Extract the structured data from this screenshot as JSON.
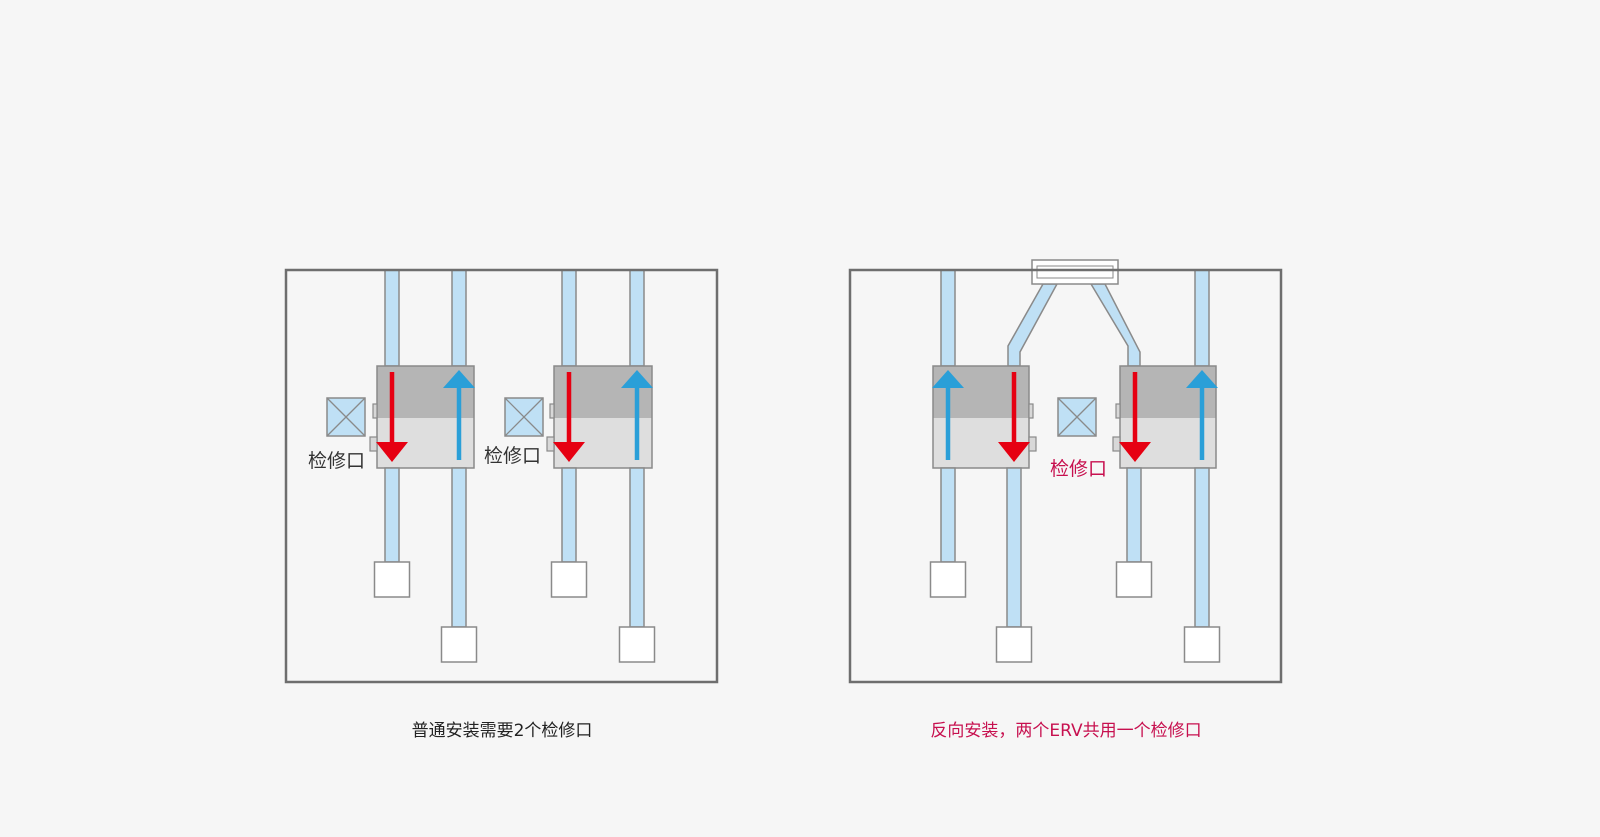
{
  "colors": {
    "background": "#f6f6f6",
    "frame": "#6e6e6e",
    "duct_fill": "#bfe0f5",
    "duct_stroke": "#8a8a8a",
    "unit_top": "#b5b5b5",
    "unit_bottom": "#dedede",
    "arrow_exhaust": "#e60012",
    "arrow_supply": "#2a9fd8",
    "label_default": "#333333",
    "label_highlight": "#c7104f"
  },
  "panels": [
    {
      "id": "normal",
      "caption": "普通安装需要2个检修口",
      "caption_color": "#222222",
      "access_ports": [
        {
          "label": "检修口",
          "color": "#333333"
        },
        {
          "label": "检修口",
          "color": "#333333"
        }
      ],
      "units": [
        {
          "left_arrow": "down",
          "right_arrow": "up"
        },
        {
          "left_arrow": "down",
          "right_arrow": "up"
        }
      ]
    },
    {
      "id": "reverse",
      "caption": "反向安装，两个ERV共用一个检修口",
      "caption_color": "#c7104f",
      "access_ports": [
        {
          "label": "检修口",
          "color": "#c7104f"
        }
      ],
      "units": [
        {
          "left_arrow": "up",
          "right_arrow": "down"
        },
        {
          "left_arrow": "down",
          "right_arrow": "up"
        }
      ]
    }
  ]
}
